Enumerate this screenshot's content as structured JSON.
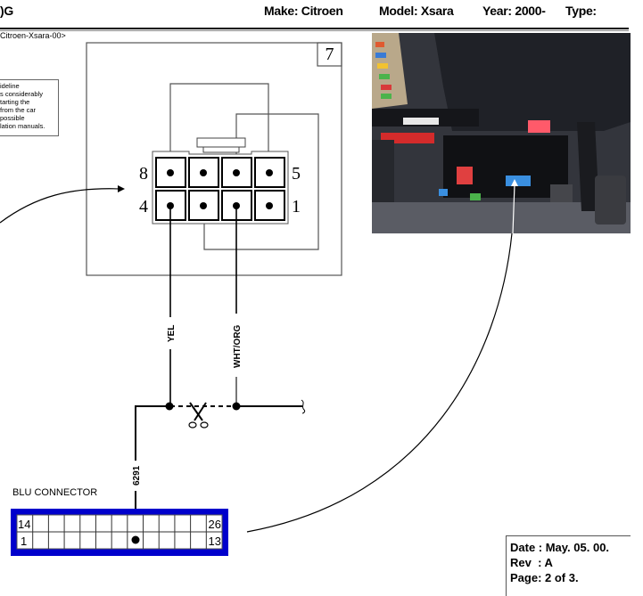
{
  "header": {
    "title_fragment": ")G",
    "make": "Make:  Citroen",
    "model": "Model: Xsara",
    "year": "Year: 2000-",
    "type": "Type:"
  },
  "document_id": "Citroen-Xsara-00>",
  "note_lines": [
    "ideline",
    "s considerably",
    "tarting the",
    "from the car",
    "possible",
    "lation manuals."
  ],
  "connector_7": {
    "number": "7",
    "pin_labels": {
      "top_left": "8",
      "top_right": "5",
      "bottom_left": "4",
      "bottom_right": "1"
    }
  },
  "wires": {
    "left": "YEL",
    "right": "WHT/ORG",
    "down": "6291"
  },
  "blu_connector": {
    "label": "BLU CONNECTOR",
    "top_left": "14",
    "top_right": "26",
    "bottom_left": "1",
    "bottom_right": "13",
    "color": "#0000cc"
  },
  "info_box": {
    "date": "Date : May. 05. 00.",
    "rev": "Rev  : A",
    "page": "Page: 2 of 3."
  }
}
